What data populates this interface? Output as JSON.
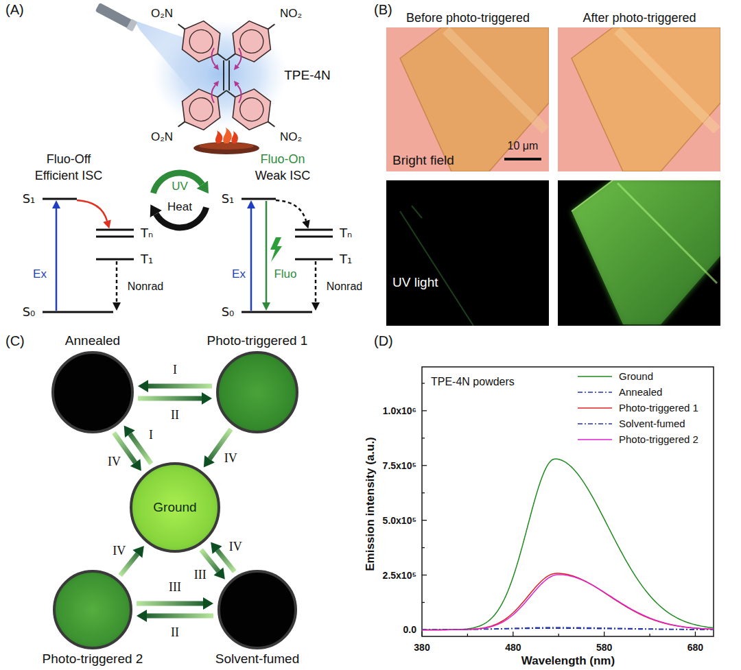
{
  "diagram": {
    "nodes": [
      {
        "text": [
          "Annealed"
        ]
      },
      {
        "text": [
          "Photo-triggered 1"
        ]
      },
      {
        "text": [
          "Ground"
        ]
      },
      {
        "text": [
          "Photo-triggered 2"
        ]
      },
      {
        "text": [
          "Solvent-fumed"
        ]
      }
    ],
    "edges": [
      {
        "from": 1,
        "to": 0,
        "arrow": "to",
        "label": "I"
      },
      {
        "from": 0,
        "to": 1,
        "arrow": "to",
        "label": "II"
      },
      {
        "from": 2,
        "to": 0,
        "arrow": "to",
        "label": "I"
      },
      {
        "from": 0,
        "to": 2,
        "arrow": "to",
        "label": "IV"
      },
      {
        "from": 1,
        "to": 2,
        "arrow": "to",
        "label": "IV"
      },
      {
        "from": 3,
        "to": 2,
        "arrow": "to",
        "label": "IV"
      },
      {
        "from": 2,
        "to": 4,
        "arrow": "to",
        "label": "III"
      },
      {
        "from": 4,
        "to": 2,
        "arrow": "to",
        "label": "IV"
      },
      {
        "from": 3,
        "to": 4,
        "arrow": "to",
        "label": "III"
      },
      {
        "from": 4,
        "to": 3,
        "arrow": "to",
        "label": "II"
      }
    ],
    "labels": [
      "(A)",
      "O₂N",
      "NO₂",
      "TPE-4N",
      "O₂N",
      "NO₂",
      "Fluo-Off",
      "Efficient ISC",
      "UV",
      "Heat",
      "Fluo-On",
      "Weak ISC",
      "S₁",
      "Tₙ",
      "T₁",
      "Ex",
      "Nonrad",
      "S₀",
      "S₁",
      "Tₙ",
      "T₁",
      "Ex",
      "Fluo",
      "Nonrad",
      "S₀",
      "(B)",
      "Before photo-triggered",
      "After photo-triggered",
      "Bright field",
      "10 μm",
      "UV light",
      "(C)",
      "(D)",
      "TPE-4N powders",
      "1.0x10⁶",
      "7.5x10⁵",
      "5.0x10⁵",
      "2.5x10⁵",
      "0.0",
      "380",
      "480",
      "580",
      "680",
      "Emission intensity (a.u.)",
      "Wavelength (nm)"
    ],
    "legend": [
      {
        "text": "Ground"
      },
      {
        "text": "Annealed"
      },
      {
        "text": "Photo-triggered 1"
      },
      {
        "text": "Solvent-fumed"
      },
      {
        "text": "Photo-triggered 2"
      }
    ]
  }
}
